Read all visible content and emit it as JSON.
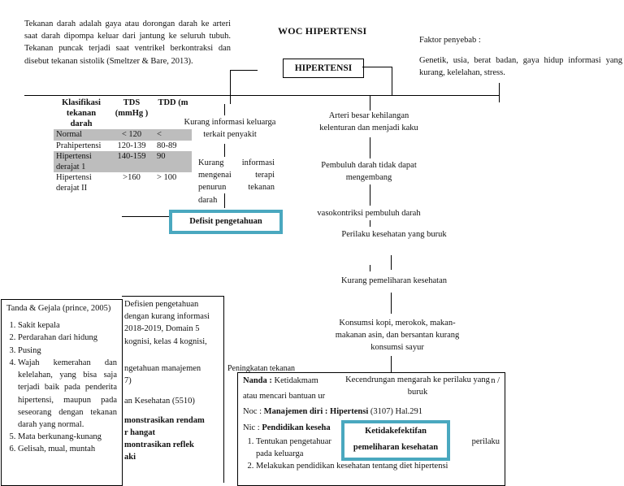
{
  "intro": {
    "p1": "Tekanan darah adalah gaya atau dorongan darah ke arteri saat darah dipompa keluar dari jantung ke seluruh tubuh. Tekanan puncak terjadi saat ventrikel berkontraksi dan disebut tekanan sistolik (Smeltzer & Bare, 2013)."
  },
  "title": "WOC HIPERTENSI",
  "center_box": "HIPERTENSI",
  "faktor": {
    "label": "Faktor penyebab :",
    "text": "Genetik, usia, berat badan, gaya hidup informasi yang kurang, kelelahan, stress."
  },
  "klasifikasi": {
    "headers": [
      "Klasifikasi tekanan darah",
      "TDS (mmHg )",
      "TDD (m"
    ],
    "rows": [
      [
        "Normal",
        "< 120",
        "<"
      ],
      [
        "Prahipertensi",
        "120-139",
        "80-89"
      ],
      [
        "Hipertensi derajat 1",
        "140-159",
        "90"
      ],
      [
        "Hipertensi derajat II",
        ">160",
        "> 100"
      ]
    ]
  },
  "left_branch": {
    "kurang_info": "Kurang informasi keluarga terkait penyakit",
    "kurang_terapi": "Kurang informasi mengenai terapi penurun tekanan darah",
    "defisit": "Defisit pengetahuan"
  },
  "chain": {
    "c1": "Arteri besar kehilangan kelenturan dan menjadi kaku",
    "c2": "Pembuluh darah tidak dapat mengembang",
    "c3": "vasokontriksi pembuluh darah",
    "c4": "Perilaku kesehatan yang buruk",
    "c5": "Kurang pemeliharan kesehatan",
    "c6": "Konsumsi kopi, merokok, makan-makanan asin, dan bersantan kurang konsumsi sayur"
  },
  "tanda": {
    "heading": "Tanda & Gejala (prince, 2005)",
    "items": [
      "Sakit kepala",
      "Perdarahan dari hidung",
      "Pusing",
      "Wajah kemerahan dan kelelahan, yang bisa saja terjadi baik pada penderita hipertensi, maupun pada seseorang dengan tekanan darah yang normal.",
      "Mata berkunang-kunang",
      "Gelisah, mual, muntah"
    ]
  },
  "diag_left": {
    "l1": "Defisien pengetahuan",
    "l2": "dengan kurang informasi",
    "l3": "2018-2019, Domain 5",
    "l4": "kognisi, kelas 4 kognisi,",
    "l5": "",
    "l6": "ngetahuan manajemen",
    "l7": "7)",
    "l8": "an Kesehatan (5510)",
    "l9": "monstrasikan rendam",
    "l10": "r hangat",
    "l11": "montrasikan reflek",
    "l12": "aki"
  },
  "peningkatan": "Peningkatan tekanan",
  "nanda": {
    "nanda_label": "Nanda :",
    "nanda_text": "Ketidakmam",
    "nanda_tail": "n /",
    "mencari": "atau mencari bantuan ur",
    "noc_label": "Noc :",
    "noc_bold": "Manajemen diri : Hipertensi",
    "noc_rest": "(3107) Hal.291",
    "nic_label": "Nic :",
    "nic_bold": "Pendidikan keseha",
    "items": [
      "Tentukan pengetahuar",
      "Melakukan pendidikan kesehatan tentang diet hipertensi"
    ],
    "item1_tail": "perilaku",
    "item1_line2": "pada keluarga"
  },
  "kecenderungan": "Kecendrungan mengarah ke perilaku yang buruk",
  "ketidak": "Ketidakefektifan pemeliharan kesehatan"
}
